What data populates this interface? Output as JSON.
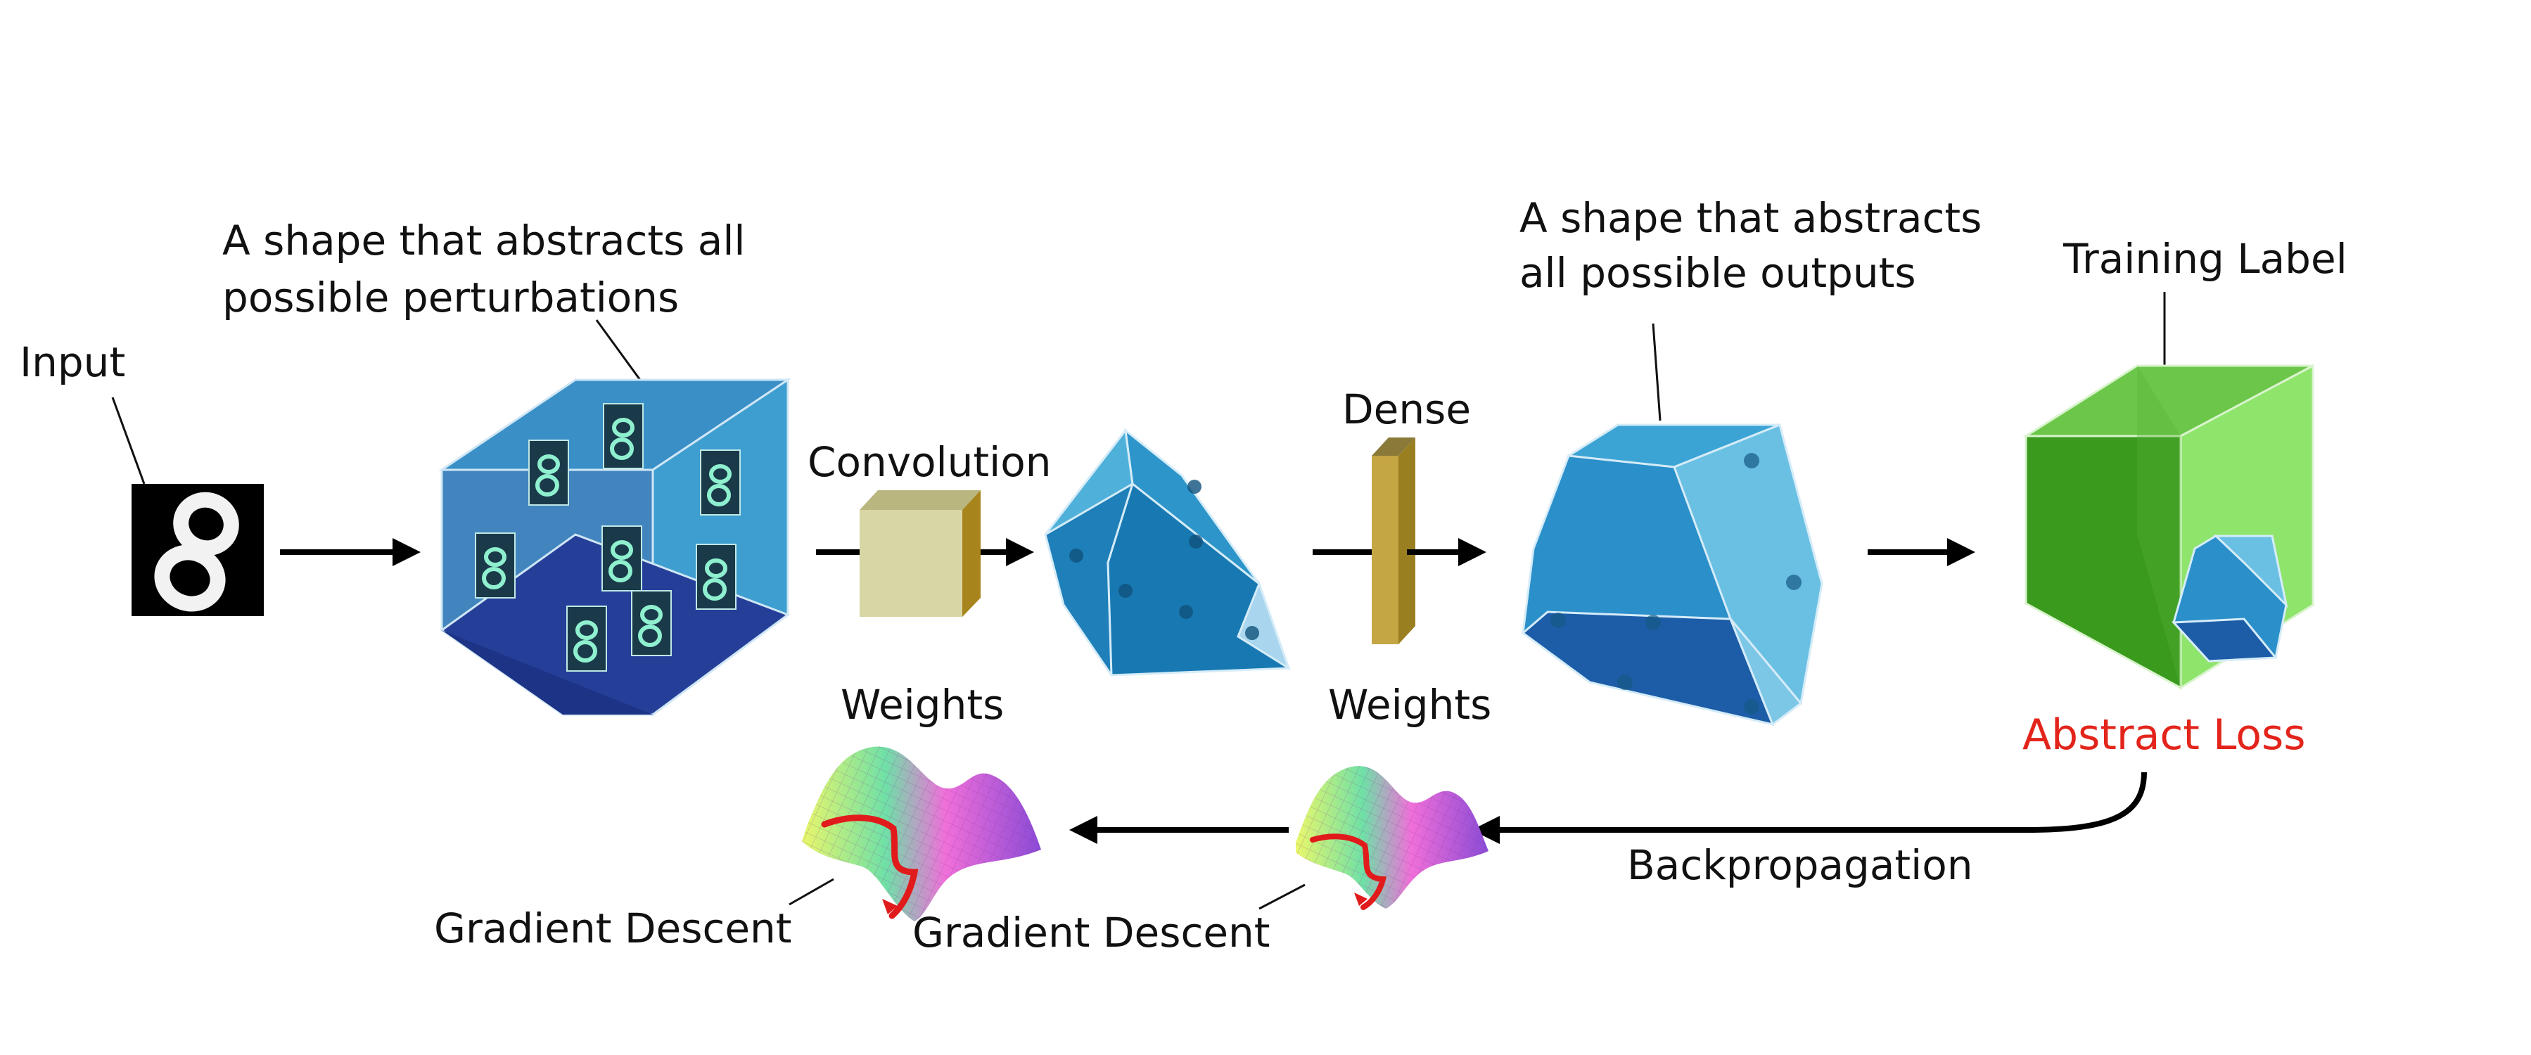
{
  "labels": {
    "input": "Input",
    "perturbation_shape": [
      "A shape that abstracts all",
      "possible perturbations"
    ],
    "convolution": "Convolution",
    "dense": "Dense",
    "output_shape": [
      "A shape that abstracts",
      "all possible outputs"
    ],
    "training_label": "Training Label",
    "weights_1": "Weights",
    "weights_2": "Weights",
    "abstract_loss": "Abstract Loss",
    "backpropagation": "Backpropagation",
    "gradient_descent_1": "Gradient Descent",
    "gradient_descent_2": "Gradient Descent"
  },
  "colors": {
    "text": "#111111",
    "loss_text": "#e3241b",
    "arrow": "#000000",
    "box_blue_top": "#3c8fc4",
    "box_blue_front": "#1f3f95",
    "green_cube": "#4bb82d",
    "conv_cube": "#d8d6a4",
    "dense_bar": "#b99a33",
    "descent_path": "#e11b1b"
  },
  "icons": {
    "input_image": "handwritten-digit-8",
    "loss_surface": "3d-loss-surface"
  }
}
